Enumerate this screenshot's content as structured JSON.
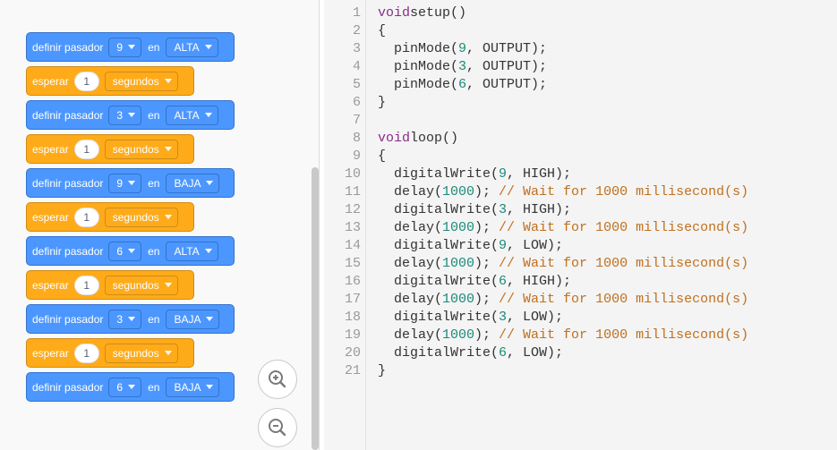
{
  "workspace": {
    "blocks": [
      {
        "kind": "set_pin",
        "label": "definir pasador",
        "pin": "9",
        "en": "en",
        "state": "ALTA"
      },
      {
        "kind": "wait",
        "label": "esperar",
        "value": "1",
        "unit": "segundos"
      },
      {
        "kind": "set_pin",
        "label": "definir pasador",
        "pin": "3",
        "en": "en",
        "state": "ALTA"
      },
      {
        "kind": "wait",
        "label": "esperar",
        "value": "1",
        "unit": "segundos"
      },
      {
        "kind": "set_pin",
        "label": "definir pasador",
        "pin": "9",
        "en": "en",
        "state": "BAJA"
      },
      {
        "kind": "wait",
        "label": "esperar",
        "value": "1",
        "unit": "segundos"
      },
      {
        "kind": "set_pin",
        "label": "definir pasador",
        "pin": "6",
        "en": "en",
        "state": "ALTA"
      },
      {
        "kind": "wait",
        "label": "esperar",
        "value": "1",
        "unit": "segundos"
      },
      {
        "kind": "set_pin",
        "label": "definir pasador",
        "pin": "3",
        "en": "en",
        "state": "BAJA"
      },
      {
        "kind": "wait",
        "label": "esperar",
        "value": "1",
        "unit": "segundos"
      },
      {
        "kind": "set_pin",
        "label": "definir pasador",
        "pin": "6",
        "en": "en",
        "state": "BAJA"
      }
    ],
    "zoom_in_icon": "zoom-in-icon",
    "zoom_out_icon": "zoom-out-icon",
    "colors": {
      "blue": "#4c97ff",
      "orange": "#ffab19"
    }
  },
  "editor": {
    "lines": [
      {
        "n": "1",
        "tokens": [
          [
            "kw",
            "void"
          ],
          [
            "",
            "setup()"
          ]
        ]
      },
      {
        "n": "2",
        "tokens": [
          [
            "",
            "{"
          ]
        ]
      },
      {
        "n": "3",
        "tokens": [
          [
            "",
            "  pinMode("
          ],
          [
            "nm",
            "9"
          ],
          [
            "",
            ", OUTPUT);"
          ]
        ]
      },
      {
        "n": "4",
        "tokens": [
          [
            "",
            "  pinMode("
          ],
          [
            "nm",
            "3"
          ],
          [
            "",
            ", OUTPUT);"
          ]
        ]
      },
      {
        "n": "5",
        "tokens": [
          [
            "",
            "  pinMode("
          ],
          [
            "nm",
            "6"
          ],
          [
            "",
            ", OUTPUT);"
          ]
        ]
      },
      {
        "n": "6",
        "tokens": [
          [
            "",
            "}"
          ]
        ]
      },
      {
        "n": "7",
        "tokens": []
      },
      {
        "n": "8",
        "tokens": [
          [
            "kw",
            "void"
          ],
          [
            "",
            "loop()"
          ]
        ]
      },
      {
        "n": "9",
        "tokens": [
          [
            "",
            "{"
          ]
        ]
      },
      {
        "n": "10",
        "tokens": [
          [
            "",
            "  digitalWrite("
          ],
          [
            "nm",
            "9"
          ],
          [
            "",
            ", HIGH);"
          ]
        ]
      },
      {
        "n": "11",
        "tokens": [
          [
            "",
            "  delay("
          ],
          [
            "nm",
            "1000"
          ],
          [
            "",
            "); "
          ],
          [
            "cm",
            "// Wait for 1000 millisecond(s)"
          ]
        ]
      },
      {
        "n": "12",
        "tokens": [
          [
            "",
            "  digitalWrite("
          ],
          [
            "nm",
            "3"
          ],
          [
            "",
            ", HIGH);"
          ]
        ]
      },
      {
        "n": "13",
        "tokens": [
          [
            "",
            "  delay("
          ],
          [
            "nm",
            "1000"
          ],
          [
            "",
            "); "
          ],
          [
            "cm",
            "// Wait for 1000 millisecond(s)"
          ]
        ]
      },
      {
        "n": "14",
        "tokens": [
          [
            "",
            "  digitalWrite("
          ],
          [
            "nm",
            "9"
          ],
          [
            "",
            ", LOW);"
          ]
        ]
      },
      {
        "n": "15",
        "tokens": [
          [
            "",
            "  delay("
          ],
          [
            "nm",
            "1000"
          ],
          [
            "",
            "); "
          ],
          [
            "cm",
            "// Wait for 1000 millisecond(s)"
          ]
        ]
      },
      {
        "n": "16",
        "tokens": [
          [
            "",
            "  digitalWrite("
          ],
          [
            "nm",
            "6"
          ],
          [
            "",
            ", HIGH);"
          ]
        ]
      },
      {
        "n": "17",
        "tokens": [
          [
            "",
            "  delay("
          ],
          [
            "nm",
            "1000"
          ],
          [
            "",
            "); "
          ],
          [
            "cm",
            "// Wait for 1000 millisecond(s)"
          ]
        ]
      },
      {
        "n": "18",
        "tokens": [
          [
            "",
            "  digitalWrite("
          ],
          [
            "nm",
            "3"
          ],
          [
            "",
            ", LOW);"
          ]
        ]
      },
      {
        "n": "19",
        "tokens": [
          [
            "",
            "  delay("
          ],
          [
            "nm",
            "1000"
          ],
          [
            "",
            "); "
          ],
          [
            "cm",
            "// Wait for 1000 millisecond(s)"
          ]
        ]
      },
      {
        "n": "20",
        "tokens": [
          [
            "",
            "  digitalWrite("
          ],
          [
            "nm",
            "6"
          ],
          [
            "",
            ", LOW);"
          ]
        ]
      },
      {
        "n": "21",
        "tokens": [
          [
            "",
            "}"
          ]
        ]
      }
    ],
    "colors": {
      "keyword": "#8a2d8a",
      "number": "#1a8a7a",
      "comment": "#c0701e"
    }
  }
}
